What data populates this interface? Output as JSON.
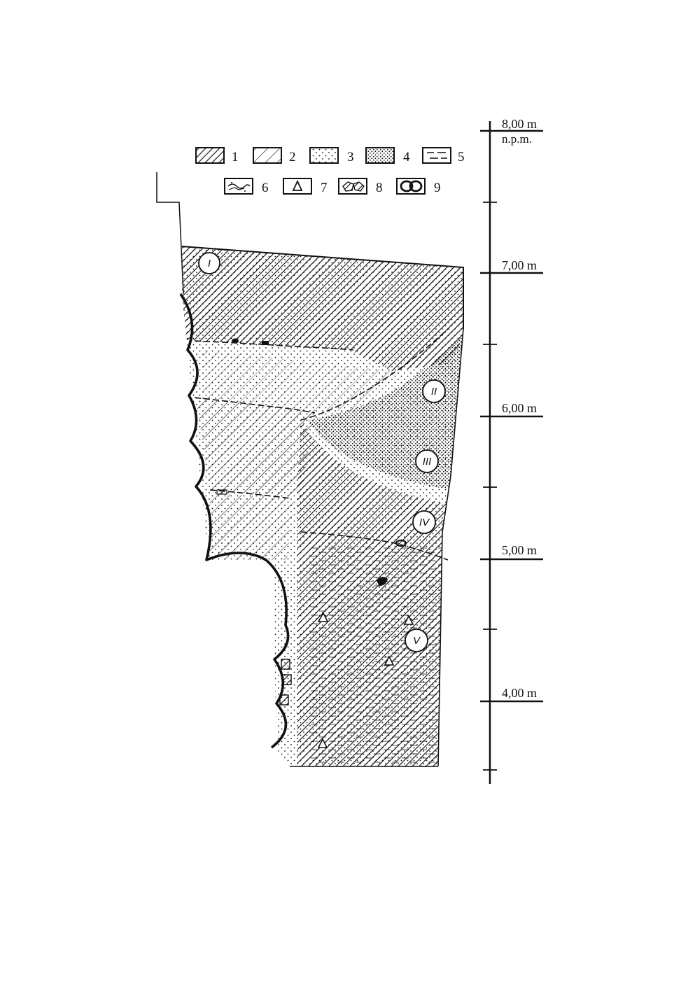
{
  "legend": [
    {
      "num": "1",
      "pattern": "dense-hatch"
    },
    {
      "num": "2",
      "pattern": "sparse-hatch"
    },
    {
      "num": "3",
      "pattern": "sparse-dots"
    },
    {
      "num": "4",
      "pattern": "dense-dots"
    },
    {
      "num": "5",
      "pattern": "dashes"
    },
    {
      "num": "6",
      "pattern": "lens"
    },
    {
      "num": "7",
      "pattern": "triangle"
    },
    {
      "num": "8",
      "pattern": "stones"
    },
    {
      "num": "9",
      "pattern": "pebbles"
    }
  ],
  "scale": {
    "labels": [
      "8,00 m",
      "7,00 m",
      "6,00 m",
      "5,00 m",
      "4,00 m"
    ],
    "unit": "n.p.m."
  },
  "layers": [
    "I",
    "II",
    "III",
    "IV",
    "V"
  ],
  "colors": {
    "ink": "#111111",
    "paper": "#ffffff"
  }
}
